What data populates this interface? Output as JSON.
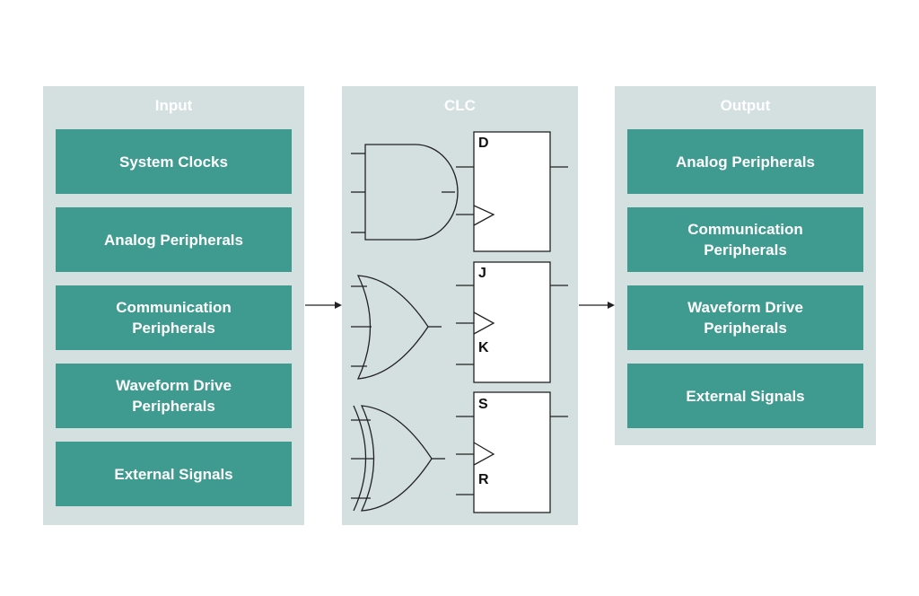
{
  "input": {
    "title": "Input",
    "items": [
      {
        "label": "System Clocks"
      },
      {
        "label": "Analog Peripherals"
      },
      {
        "label": "Communication\nPeripherals"
      },
      {
        "label": "Waveform Drive\nPeripherals"
      },
      {
        "label": "External Signals"
      }
    ]
  },
  "clc": {
    "title": "CLC",
    "flipflops": [
      {
        "top_label": "D",
        "bottom_label": ""
      },
      {
        "top_label": "J",
        "bottom_label": "K"
      },
      {
        "top_label": "S",
        "bottom_label": "R"
      }
    ],
    "gates": [
      "and-gate-icon",
      "or-gate-icon",
      "xor-gate-icon"
    ]
  },
  "output": {
    "title": "Output",
    "items": [
      {
        "label": "Analog Peripherals"
      },
      {
        "label": "Communication\nPeripherals"
      },
      {
        "label": "Waveform Drive\nPeripherals"
      },
      {
        "label": "External Signals"
      }
    ]
  },
  "colors": {
    "panel_bg": "#d3e0df",
    "box_bg": "#3f9b8f",
    "box_text": "#ffffff",
    "line": "#222222"
  }
}
